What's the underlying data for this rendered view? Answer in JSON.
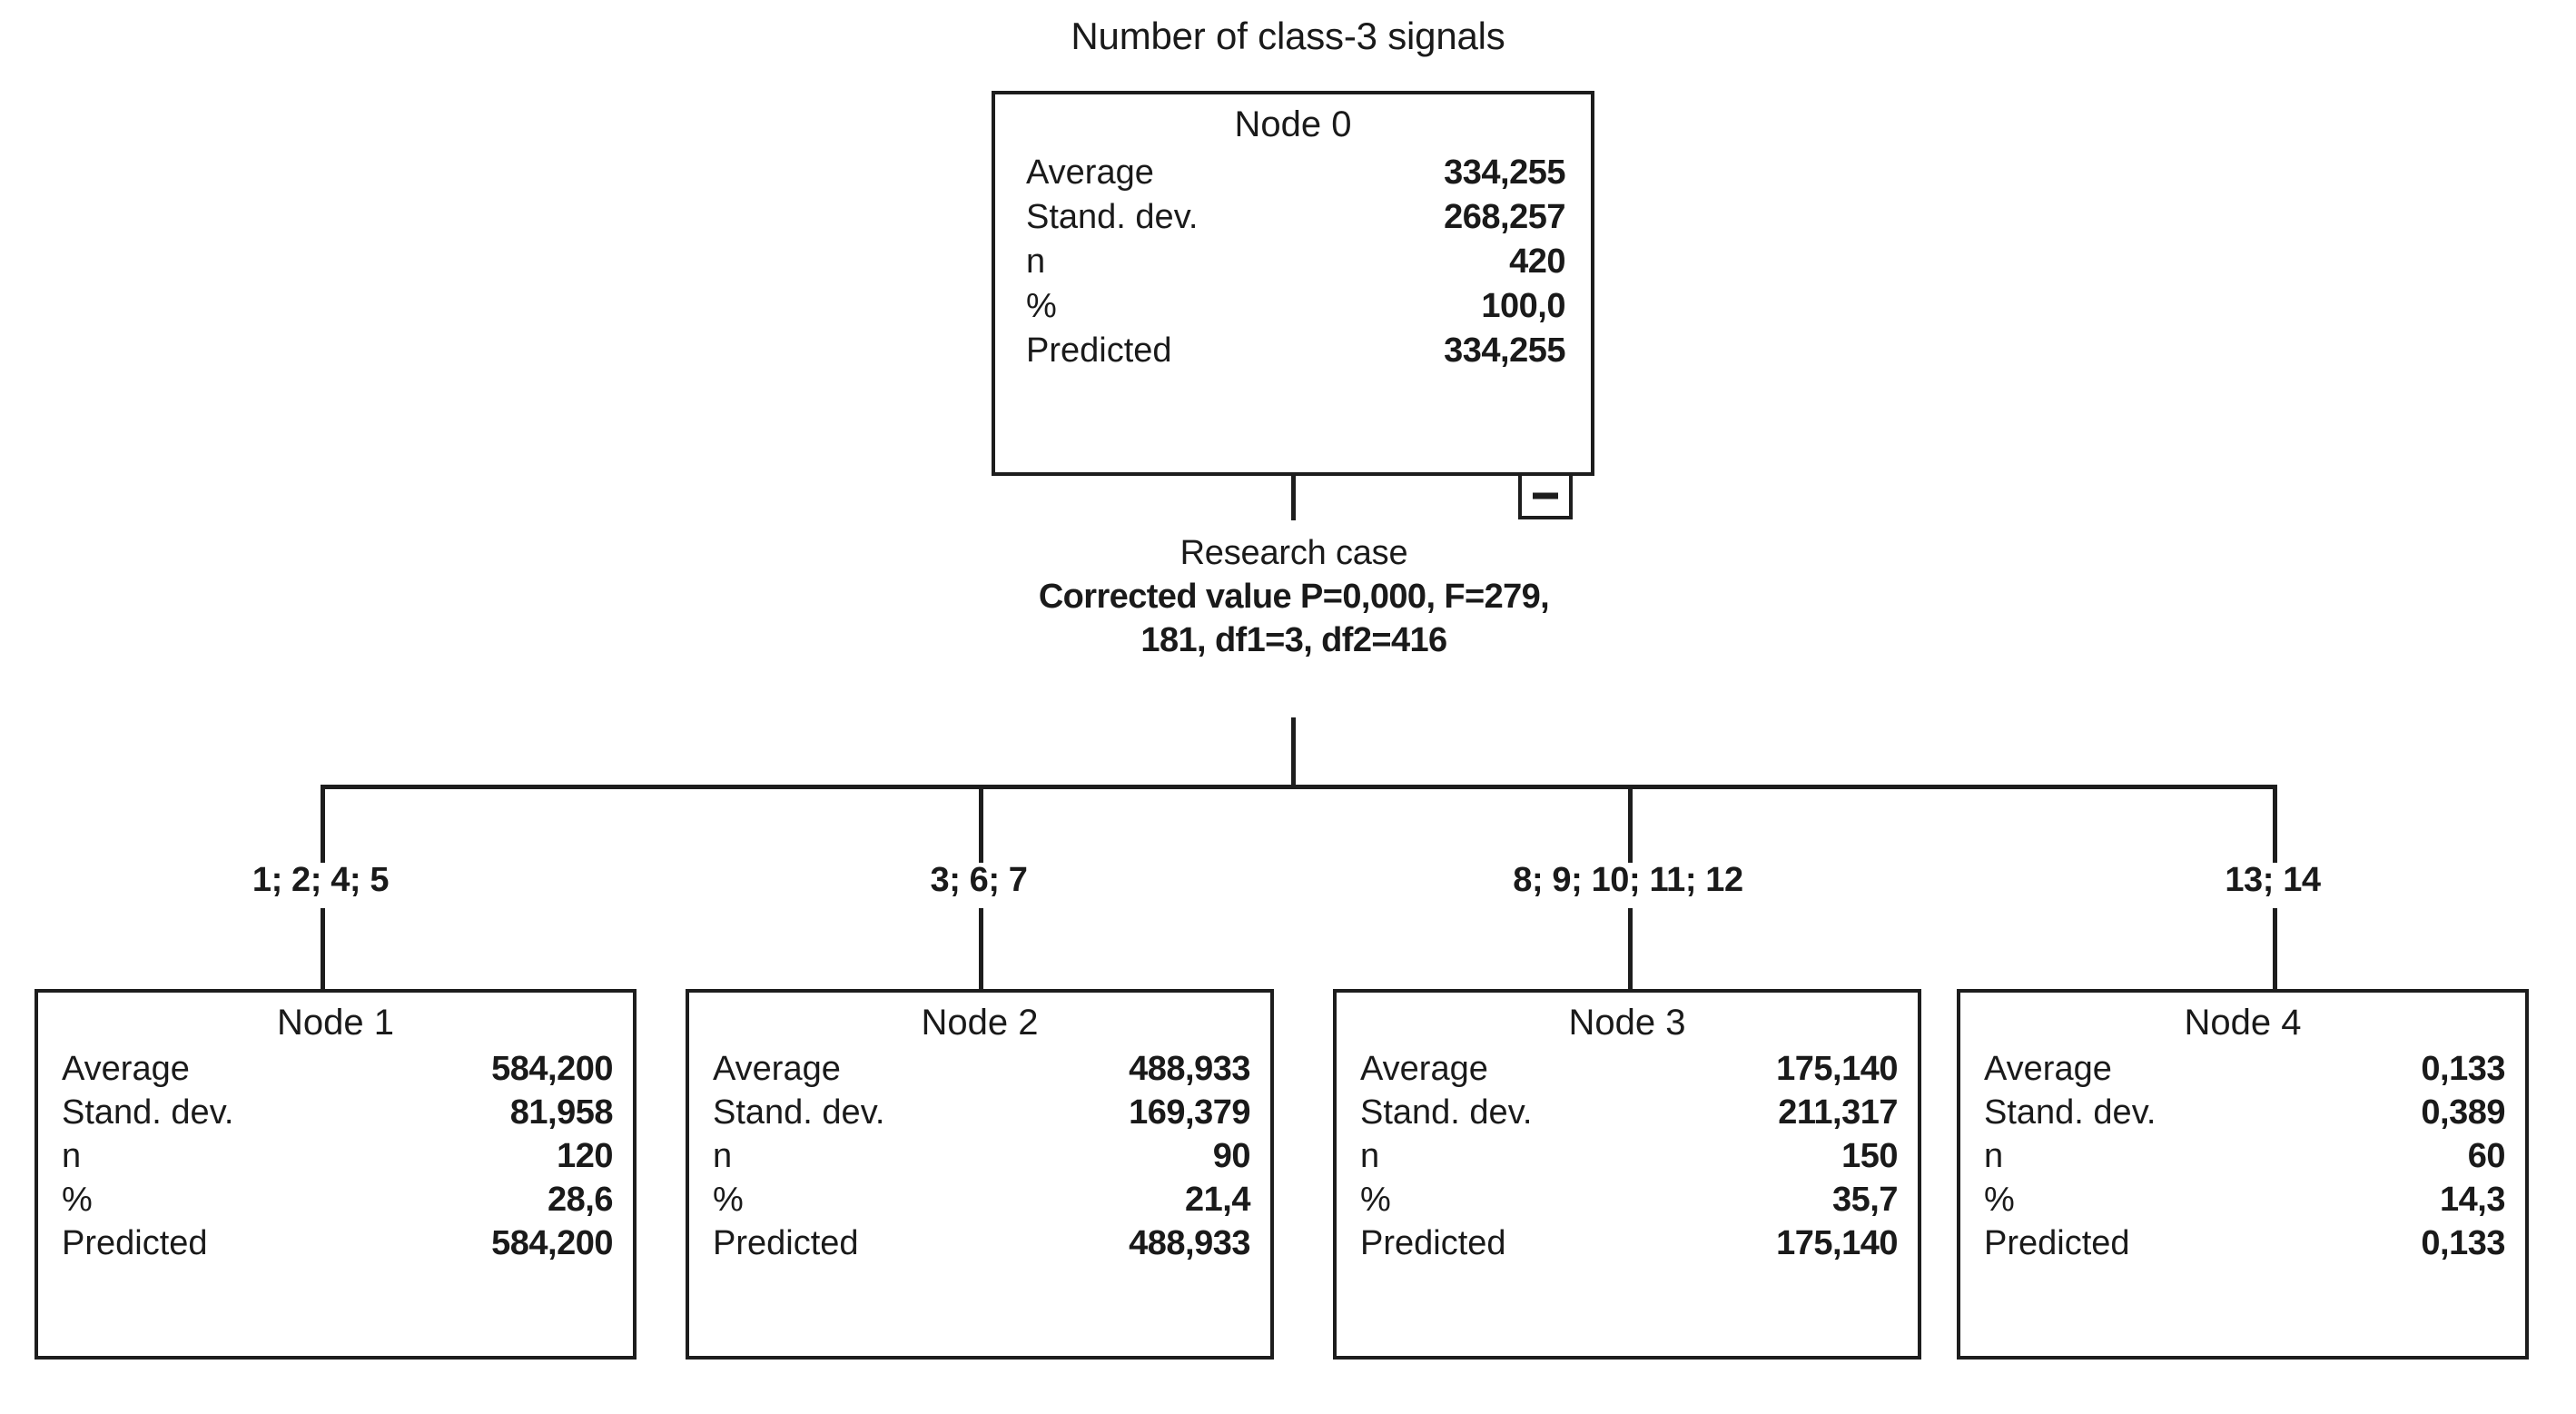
{
  "chart_data": {
    "type": "tree",
    "title": "Number of class-3 signals",
    "notation": "decimal comma",
    "root": {
      "id": "Node 0",
      "rows": [
        {
          "label": "Average",
          "value": "334,255"
        },
        {
          "label": "Stand. dev.",
          "value": "268,257"
        },
        {
          "label": "n",
          "value": "420"
        },
        {
          "label": "%",
          "value": "100,0"
        },
        {
          "label": "Predicted",
          "value": "334,255"
        }
      ]
    },
    "split": {
      "variable": "Research case",
      "stats_line1": "Corrected value  P=0,000,  F=279,",
      "stats_line2": "181,  df1=3,  df2=416",
      "p_value": "0,000",
      "f_value": "279,181",
      "df1": "3",
      "df2": "416"
    },
    "children": [
      {
        "id": "Node 1",
        "branch_label": "1;  2;  4;  5",
        "rows": [
          {
            "label": "Average",
            "value": "584,200"
          },
          {
            "label": "Stand. dev.",
            "value": "81,958"
          },
          {
            "label": "n",
            "value": "120"
          },
          {
            "label": "%",
            "value": "28,6"
          },
          {
            "label": "Predicted",
            "value": "584,200"
          }
        ]
      },
      {
        "id": "Node 2",
        "branch_label": "3;  6;  7",
        "rows": [
          {
            "label": "Average",
            "value": "488,933"
          },
          {
            "label": "Stand. dev.",
            "value": "169,379"
          },
          {
            "label": "n",
            "value": "90"
          },
          {
            "label": "%",
            "value": "21,4"
          },
          {
            "label": "Predicted",
            "value": "488,933"
          }
        ]
      },
      {
        "id": "Node 3",
        "branch_label": "8;  9;  10;  11;  12",
        "rows": [
          {
            "label": "Average",
            "value": "175,140"
          },
          {
            "label": "Stand. dev.",
            "value": "211,317"
          },
          {
            "label": "n",
            "value": "150"
          },
          {
            "label": "%",
            "value": "35,7"
          },
          {
            "label": "Predicted",
            "value": "175,140"
          }
        ]
      },
      {
        "id": "Node 4",
        "branch_label": "13;  14",
        "rows": [
          {
            "label": "Average",
            "value": "0,133"
          },
          {
            "label": "Stand. dev.",
            "value": "0,389"
          },
          {
            "label": "n",
            "value": "60"
          },
          {
            "label": "%",
            "value": "14,3"
          },
          {
            "label": "Predicted",
            "value": "0,133"
          }
        ]
      }
    ],
    "controls": {
      "collapse_glyph": "minus"
    },
    "colors": {
      "line": "#1d1d1d",
      "text": "#1a1a1a",
      "background": "#ffffff"
    }
  }
}
